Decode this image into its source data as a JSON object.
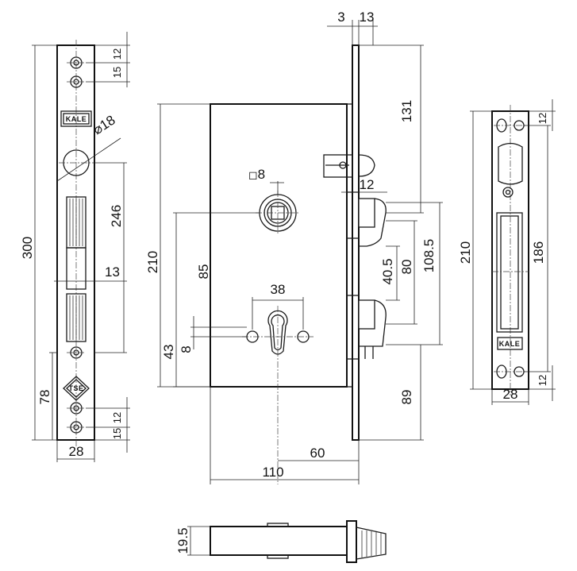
{
  "dimensions": {
    "d3": "3",
    "d13_top": "13",
    "d131": "131",
    "d12_latch": "12",
    "d108_5": "108.5",
    "d80": "80",
    "d40_5": "40.5",
    "d89": "89",
    "d60": "60",
    "d110": "110",
    "d210_body": "210",
    "d85": "85",
    "d43": "43",
    "d8_cyl": "8",
    "d38": "38",
    "d8_square": "8",
    "d300": "300",
    "d246": "246",
    "d78": "78",
    "d28_face": "28",
    "d12_face_top": "12",
    "d15_face_top": "15",
    "d12_face_bot": "12",
    "d15_face_bot": "15",
    "d13_face": "13",
    "d18_dia": "18",
    "d210_strike": "210",
    "d186": "186",
    "d28_strike": "28",
    "d12_strike_top": "12",
    "d12_strike_bot": "12",
    "d19_5": "19.5"
  },
  "symbols": {
    "square": "◻",
    "diameter": "⌀"
  },
  "logos": {
    "brand": "KALE",
    "cert": "TSE"
  }
}
